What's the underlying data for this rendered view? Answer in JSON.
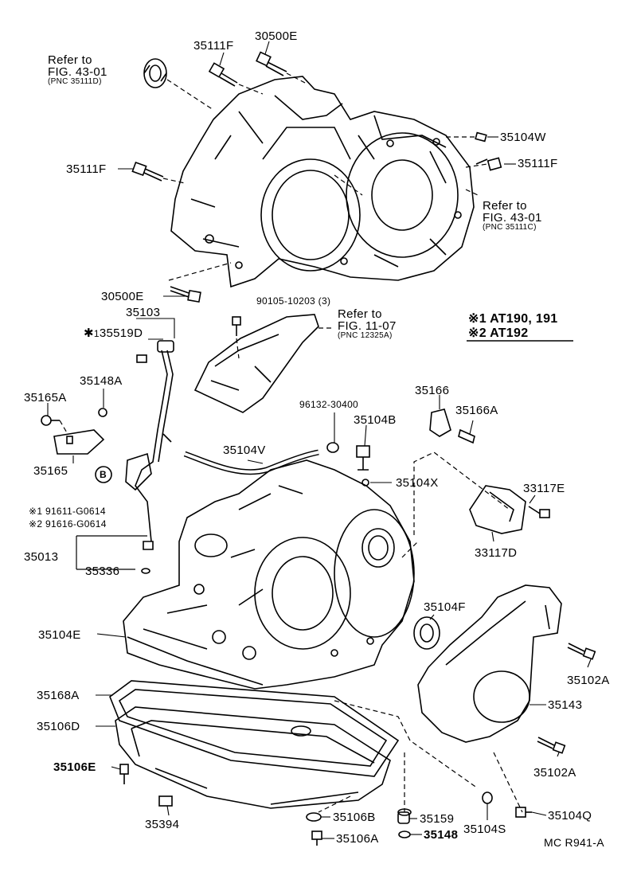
{
  "parts": {
    "p35111F_top": "35111F",
    "p30500E_top": "30500E",
    "p35104W": "35104W",
    "p35111F_right": "35111F",
    "p35111F_left": "35111F",
    "p30500E_mid": "30500E",
    "p90105": "90105-10203 (3)",
    "p35103": "35103",
    "p35519D": "35519D",
    "p35148A": "35148A",
    "p35165A": "35165A",
    "p35165": "35165",
    "p91611": "91611-G0614",
    "p91616": "91616-G0614",
    "p35013": "35013",
    "p35336": "35336",
    "p35104V": "35104V",
    "p96132": "96132-30400",
    "p35104B": "35104B",
    "p35166": "35166",
    "p35166A": "35166A",
    "p35104X": "35104X",
    "p33117E": "33117E",
    "p33117D": "33117D",
    "p35104F": "35104F",
    "p35104E": "35104E",
    "p35102A_top": "35102A",
    "p35168A": "35168A",
    "p35143": "35143",
    "p35106D": "35106D",
    "p35102A_bot": "35102A",
    "p35106E": "35106E",
    "p35159": "35159",
    "p35148": "35148",
    "p35104Q": "35104Q",
    "p35394": "35394",
    "p35106B": "35106B",
    "p35104S": "35104S",
    "p35106A": "35106A"
  },
  "refs": {
    "left": {
      "line1": "Refer to",
      "line2": "FIG. 43-01",
      "line3": "(PNC 35111D)"
    },
    "right": {
      "line1": "Refer to",
      "line2": "FIG. 43-01",
      "line3": "(PNC 35111C)"
    },
    "mid": {
      "line1": "Refer to",
      "line2": "FIG. 11-07",
      "line3": "(PNC 12325A)"
    }
  },
  "legend": {
    "mark1": "※1",
    "text1": "AT190, 191",
    "mark2": "※2",
    "text2": "AT192",
    "star1": "※1",
    "star2": "※2",
    "circle_mark": "※1",
    "circle_sym": "B"
  },
  "footer": {
    "code": "MC R941-A"
  }
}
